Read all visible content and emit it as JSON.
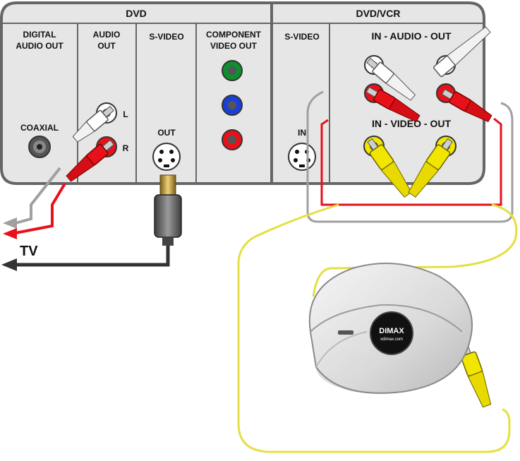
{
  "panels": {
    "dvd": {
      "title": "DVD",
      "digital_audio_out": [
        "DIGITAL",
        "AUDIO OUT"
      ],
      "coaxial": "COAXIAL",
      "audio_out": [
        "AUDIO",
        "OUT"
      ],
      "left": "L",
      "right": "R",
      "s_video": "S-VIDEO",
      "s_video_out": "OUT",
      "component_video_out": [
        "COMPONENT",
        "VIDEO OUT"
      ]
    },
    "dvdvcr": {
      "title": "DVD/VCR",
      "s_video": "S-VIDEO",
      "s_video_in": "IN",
      "audio": "IN - AUDIO - OUT",
      "video": "IN - VIDEO - OUT"
    }
  },
  "tv_label": "TV",
  "device": {
    "brand": "DIMAX",
    "website": "xdimax.com"
  },
  "colors": {
    "panel_fill": "#e6e6e6",
    "panel_border": "#666666",
    "audio_left": "#ffffff",
    "audio_right": "#e8111a",
    "video": "#f2e600",
    "component_green": "#0e8f2e",
    "component_blue": "#1a3fd6",
    "component_red": "#e8111a",
    "tv_cable": "#333333",
    "audio_cable_left": "#a0a0a0",
    "audio_cable_right": "#e8111a",
    "video_cable": "#e3e040"
  },
  "icons": [
    "rca-jack",
    "svideo-jack",
    "coaxial-jack",
    "rca-plug",
    "svideo-plug",
    "arrow-left-icon",
    "dimax-device"
  ]
}
